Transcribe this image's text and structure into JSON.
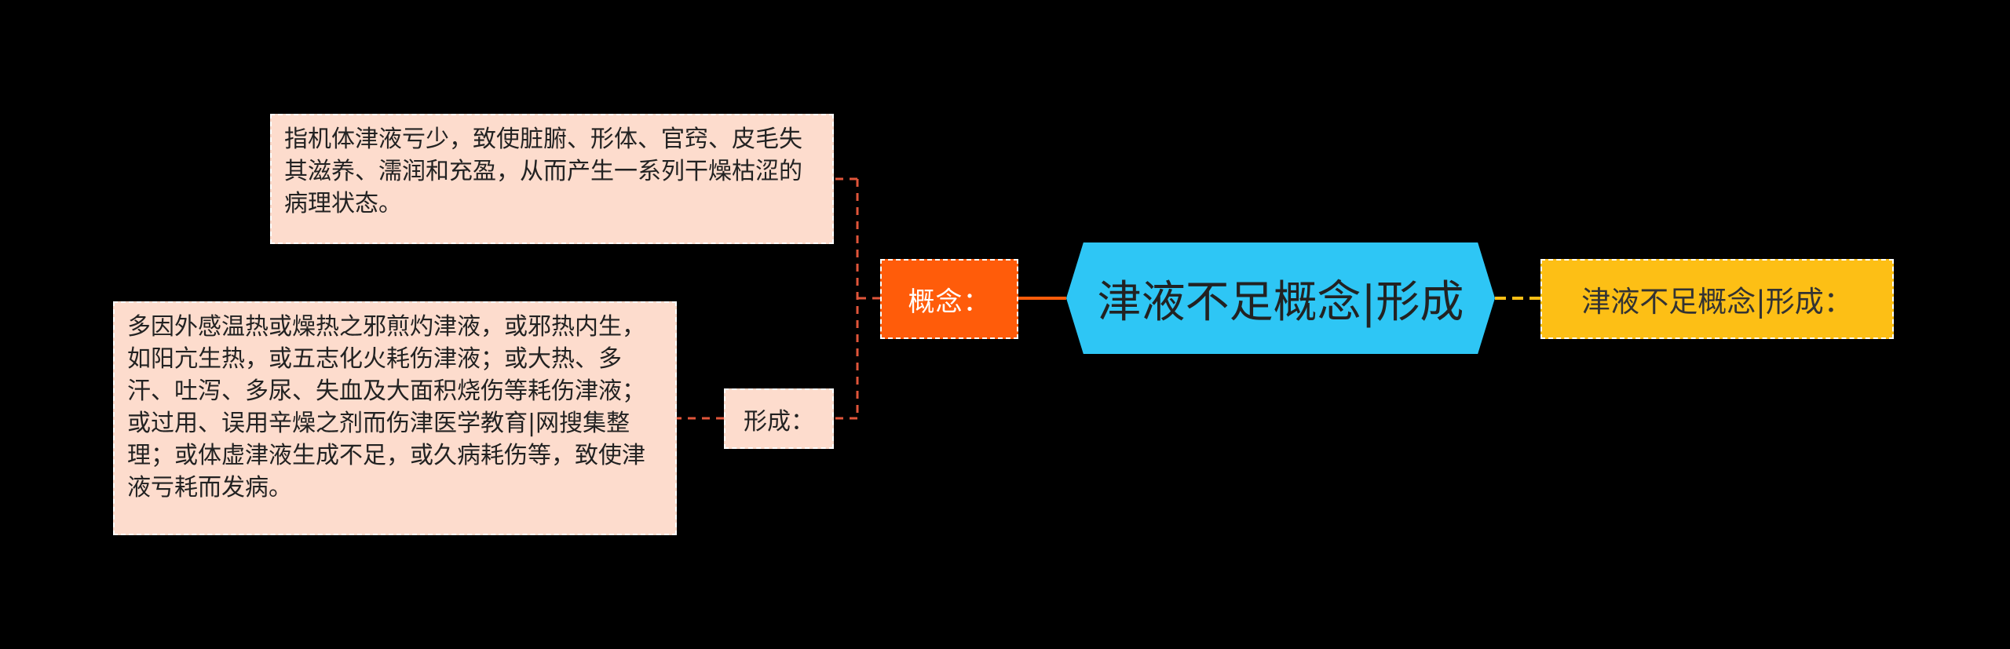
{
  "root": {
    "title": "津液不足概念|形成"
  },
  "right_branch": {
    "label": "津液不足概念|形成："
  },
  "left_branches": [
    {
      "label": "概念：",
      "detail": "指机体津液亏少，致使脏腑、形体、官窍、皮毛失其滋养、濡润和充盈，从而产生一系列干燥枯涩的病理状态。"
    },
    {
      "label": "形成：",
      "detail": "多因外感温热或燥热之邪煎灼津液，或邪热内生，如阳亢生热，或五志化火耗伤津液；或大热、多汗、吐泻、多尿、失血及大面积烧伤等耗伤津液；或过用、误用辛燥之剂而伤津医学教育|网搜集整理；或体虚津液生成不足，或久病耗伤等，致使津液亏耗而发病。"
    }
  ],
  "colors": {
    "background": "#000000",
    "root_fill": "#2ec6f5",
    "concept_fill": "#ff5c0a",
    "right_fill": "#fdbf15",
    "leaf_fill": "#fddccd",
    "connector_concept": "#ff5c0a",
    "connector_right": "#fdbf15",
    "connector_leaf": "#e0553a"
  }
}
